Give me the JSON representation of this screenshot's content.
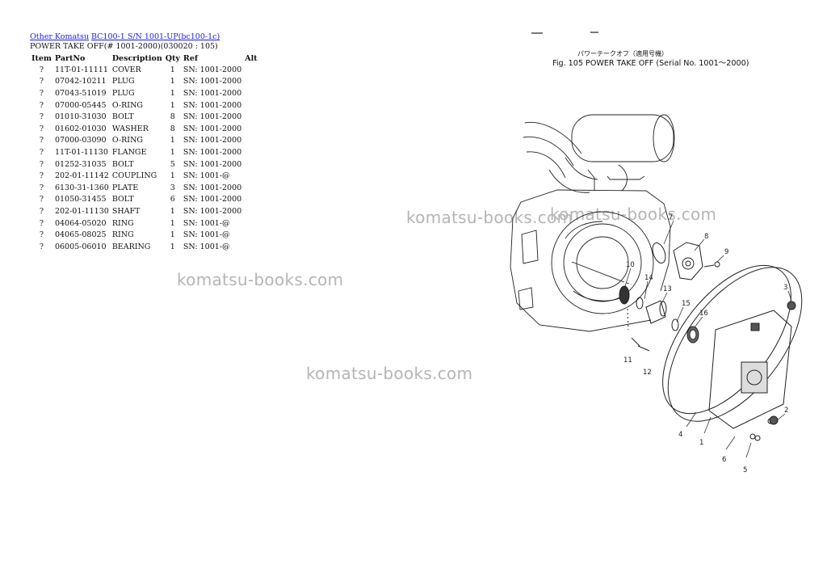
{
  "breadcrumb": {
    "link1": "Other Komatsu",
    "link2": "BC100-1 S/N 1001-UP(bc100-1c)"
  },
  "subtitle": "POWER TAKE OFF(# 1001-2000)(030020 : 105)",
  "table": {
    "headers": [
      "Item",
      "PartNo",
      "Description",
      "Qty",
      "Ref",
      "Alt"
    ],
    "rows": [
      [
        "?",
        "11T-01-11111",
        "COVER",
        "1",
        "SN: 1001-2000",
        ""
      ],
      [
        "?",
        "07042-10211",
        "PLUG",
        "1",
        "SN: 1001-2000",
        ""
      ],
      [
        "?",
        "07043-51019",
        "PLUG",
        "1",
        "SN: 1001-2000",
        ""
      ],
      [
        "?",
        "07000-05445",
        "O-RING",
        "1",
        "SN: 1001-2000",
        ""
      ],
      [
        "?",
        "01010-31030",
        "BOLT",
        "8",
        "SN: 1001-2000",
        ""
      ],
      [
        "?",
        "01602-01030",
        "WASHER",
        "8",
        "SN: 1001-2000",
        ""
      ],
      [
        "?",
        "07000-03090",
        "O-RING",
        "1",
        "SN: 1001-2000",
        ""
      ],
      [
        "?",
        "11T-01-11130",
        "FLANGE",
        "1",
        "SN: 1001-2000",
        ""
      ],
      [
        "?",
        "01252-31035",
        "BOLT",
        "5",
        "SN: 1001-2000",
        ""
      ],
      [
        "?",
        "202-01-11142",
        "COUPLING",
        "1",
        "SN: 1001-@",
        ""
      ],
      [
        "?",
        "6130-31-1360",
        "PLATE",
        "3",
        "SN: 1001-2000",
        ""
      ],
      [
        "?",
        "01050-31455",
        "BOLT",
        "6",
        "SN: 1001-2000",
        ""
      ],
      [
        "?",
        "202-01-11130",
        "SHAFT",
        "1",
        "SN: 1001-2000",
        ""
      ],
      [
        "?",
        "04064-05020",
        "RING",
        "1",
        "SN: 1001-@",
        ""
      ],
      [
        "?",
        "04065-08025",
        "RING",
        "1",
        "SN: 1001-@",
        ""
      ],
      [
        "?",
        "06005-06010",
        "BEARING",
        "1",
        "SN: 1001-@",
        ""
      ]
    ]
  },
  "watermark": "komatsu-books.com",
  "diagram": {
    "jp_title": "パワーテークオフ（適用号機）",
    "fig_title": "Fig. 105 POWER TAKE OFF (Serial No. 1001～2000)",
    "callouts": [
      "1",
      "2",
      "3",
      "4",
      "5",
      "6",
      "7",
      "8",
      "9",
      "10",
      "11",
      "12",
      "13",
      "14",
      "15",
      "16"
    ]
  }
}
